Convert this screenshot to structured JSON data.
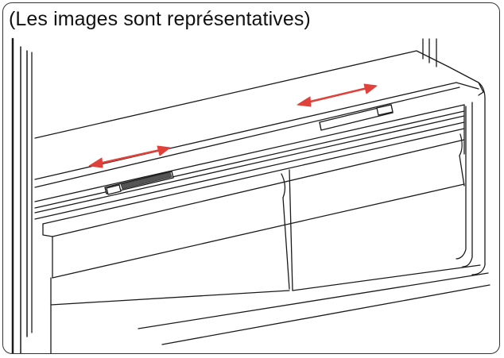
{
  "caption": "(Les images sont représentatives)",
  "colors": {
    "line": "#1a1a1a",
    "arrow": "#e0413a",
    "frame": "#333333"
  },
  "illustration": {
    "subject": "refrigerator-drawer-shelf",
    "arrows": 2,
    "sliders": 2
  }
}
